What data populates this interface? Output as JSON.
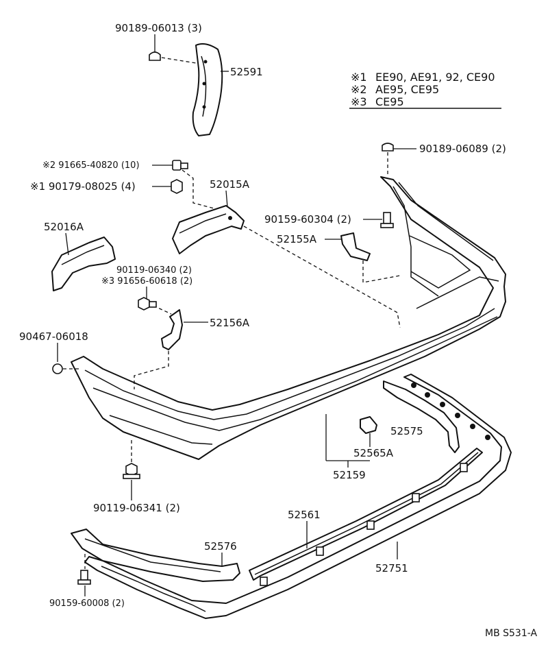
{
  "legend": {
    "rows": [
      {
        "mark": "※1",
        "text": "EE90, AE91, 92, CE90"
      },
      {
        "mark": "※2",
        "text": "AE95, CE95"
      },
      {
        "mark": "※3",
        "text": "CE95"
      }
    ]
  },
  "labels": {
    "clip_top": "90189-06013 (3)",
    "mud_guard": "52591",
    "bolt_910": "※2 91665-40820 (10)",
    "nut_4": "※1  90179-08025 (4)",
    "retainer_upper": "52015A",
    "clip_right": "90189-06089 (2)",
    "retainer_left": "52016A",
    "rivet": "90159-60304 (2)",
    "bracket_52155": "52155A",
    "bolt_06340": "90119-06340 (2)",
    "bolt_60618": "※3 91656-60618 (2)",
    "bracket_52156": "52156A",
    "screw_left": "90467-06018",
    "extension": "52575",
    "clip_52565": "52565A",
    "cover_group": "52159",
    "bolt_06341": "90119-06341 (2)",
    "molding": "52561",
    "reinforcement_left": "52576",
    "energy_absorber": "52751",
    "fastener_bottom": "90159-60008 (2)",
    "ref_code": "MB S531-A"
  }
}
